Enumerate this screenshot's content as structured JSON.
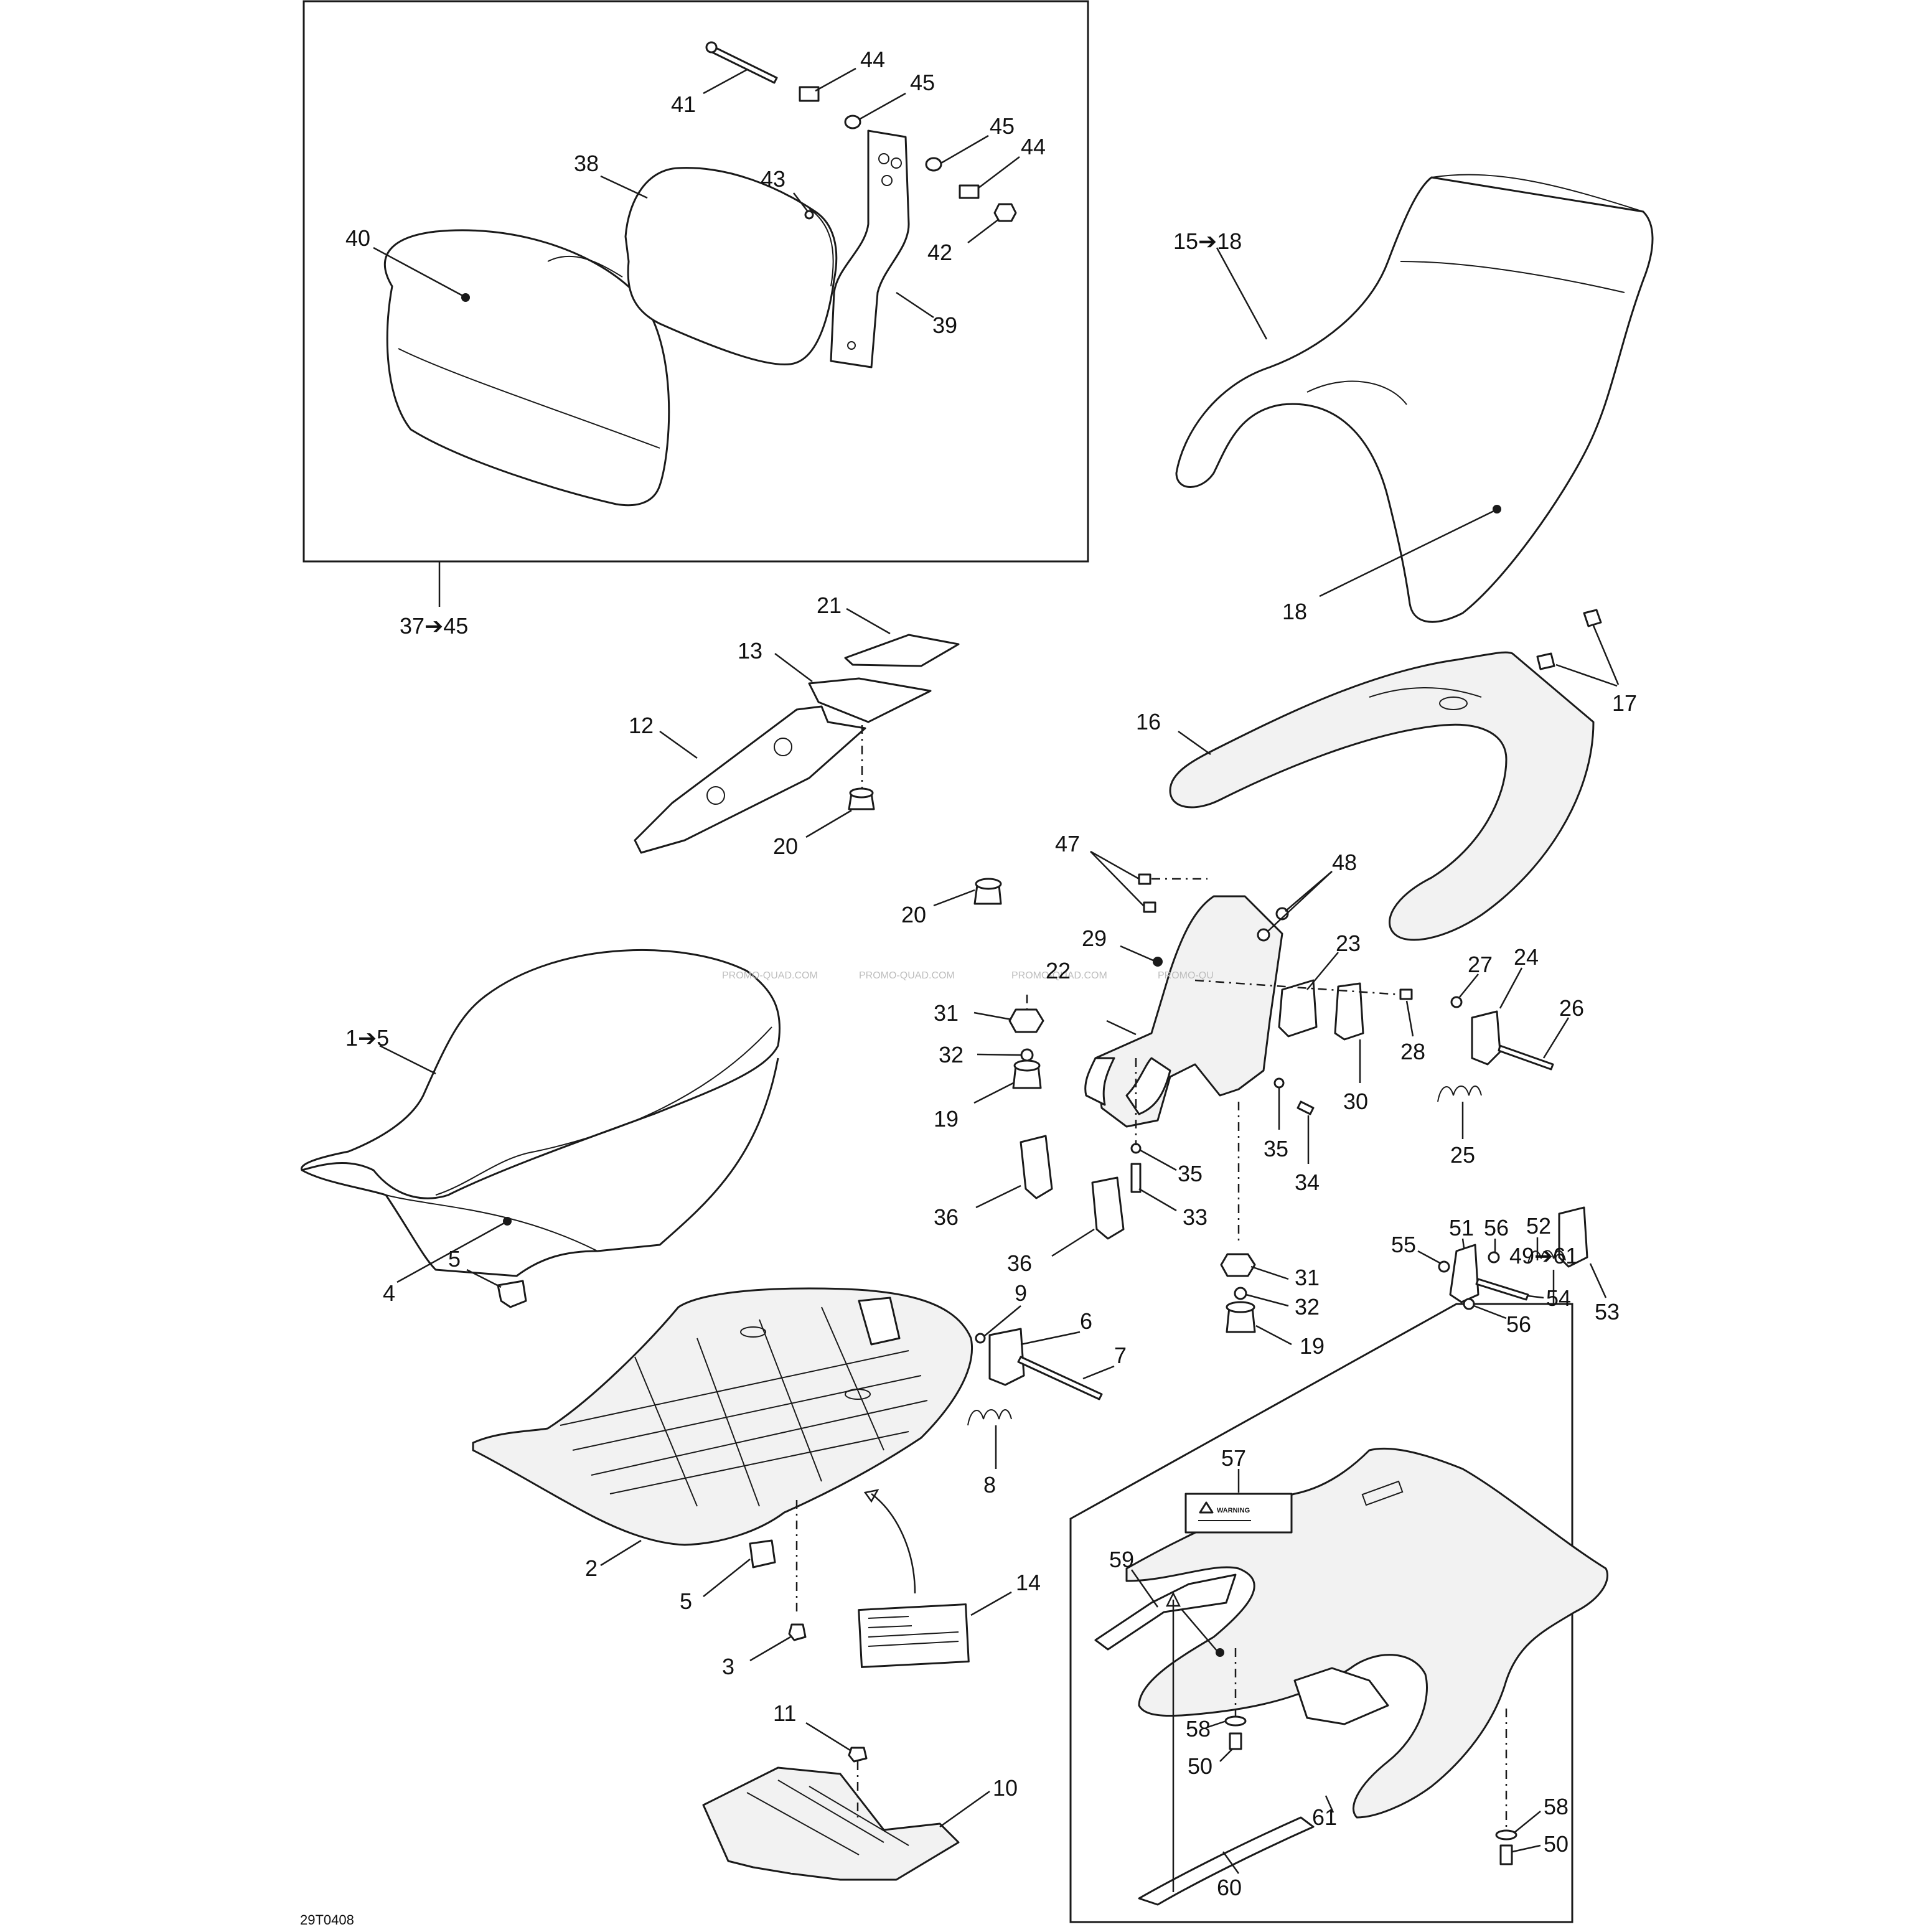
{
  "figure_id": "29T0408",
  "watermark": {
    "text_1": "PROMO-QUAD.COM",
    "text_2": "PROMO-QUAD.COM",
    "text_3": "PROMO-QUAD.COM",
    "text_4": "PROMO-QU"
  },
  "warning_label": {
    "text": "WARNING"
  },
  "callouts": {
    "c41": "41",
    "c44a": "44",
    "c45a": "45",
    "c45b": "45",
    "c44b": "44",
    "c38": "38",
    "c43": "43",
    "c40": "40",
    "c42": "42",
    "c39": "39",
    "c15_18": "15➔18",
    "c18": "18",
    "c37_45": "37➔45",
    "c21": "21",
    "c13": "13",
    "c12": "12",
    "c20a": "20",
    "c17": "17",
    "c16": "16",
    "c47": "47",
    "c48": "48",
    "c20b": "20",
    "c23": "23",
    "c24": "24",
    "c27": "27",
    "c29": "29",
    "c22": "22",
    "c26": "26",
    "c31a": "31",
    "c32a": "32",
    "c28": "28",
    "c19a": "19",
    "c30": "30",
    "c35a": "35",
    "c34": "34",
    "c25": "25",
    "c1_5": "1➔5",
    "c35b": "35",
    "c36a": "36",
    "c33": "33",
    "c36b": "36",
    "c4": "4",
    "c31b": "31",
    "c49_61": "49➔61",
    "c32b": "32",
    "c19b": "19",
    "c9": "9",
    "c6": "6",
    "c5a": "5",
    "c7": "7",
    "c51": "51",
    "c56a": "56",
    "c52": "52",
    "c55": "55",
    "c53": "53",
    "c54": "54",
    "c56b": "56",
    "c8": "8",
    "c57": "57",
    "c2": "2",
    "c59": "59",
    "c14": "14",
    "c5b": "5",
    "c3": "3",
    "c58a": "58",
    "c11": "11",
    "c50a": "50",
    "c10": "10",
    "c61": "61",
    "c58b": "58",
    "c50b": "50",
    "c60": "60"
  }
}
